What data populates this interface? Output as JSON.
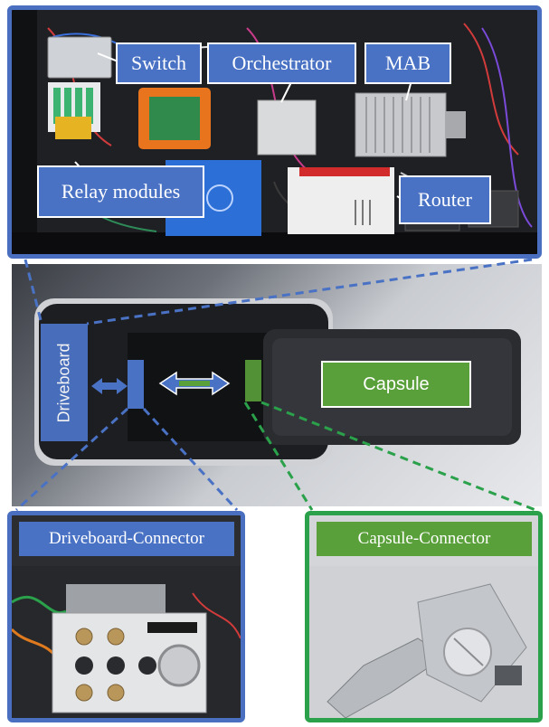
{
  "top_panel": {
    "labels": {
      "switch": "Switch",
      "orchestrator": "Orchestrator",
      "mab": "MAB",
      "relay_modules": "Relay modules",
      "router": "Router"
    }
  },
  "device": {
    "driveboard_label": "Driveboard",
    "capsule_label": "Capsule"
  },
  "bottom_panels": {
    "driveboard_connector_label": "Driveboard-Connector",
    "capsule_connector_label": "Capsule-Connector"
  },
  "colors": {
    "blue": "#4a72c4",
    "green": "#2aa14a",
    "capsule_green": "#5aa03a"
  }
}
